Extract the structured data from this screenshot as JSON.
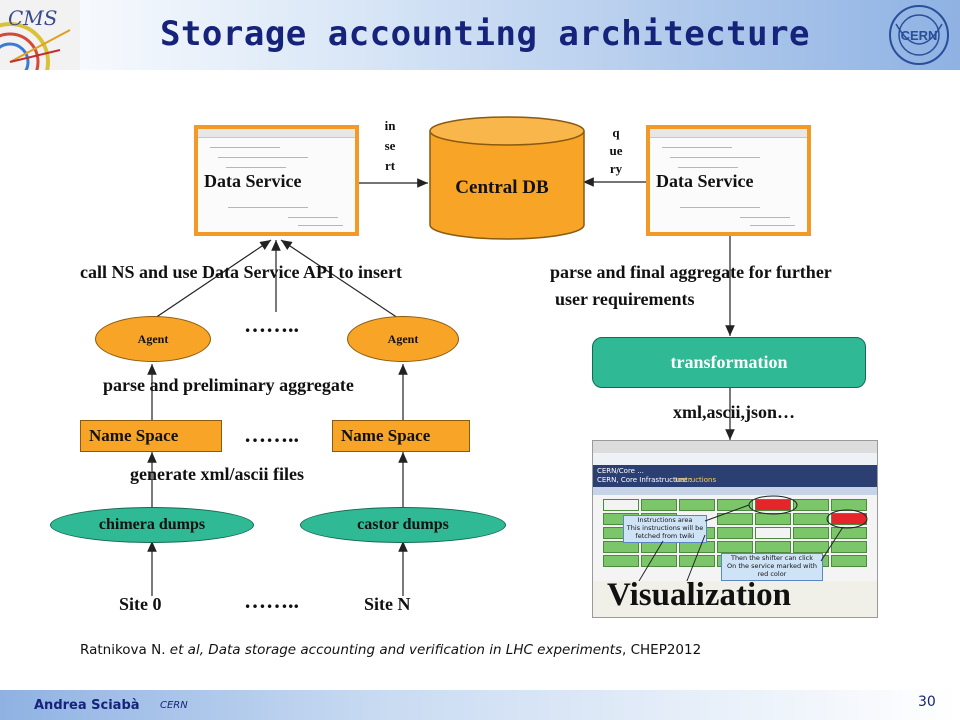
{
  "header": {
    "title": "Storage accounting architecture",
    "logo_left_text": "CMS",
    "logo_right_text": "CERN"
  },
  "diagram": {
    "central_db": "Central DB",
    "data_service_left": "Data Service",
    "data_service_right": "Data Service",
    "insert_label": [
      "in",
      "se",
      "rt"
    ],
    "query_label": [
      "q",
      "ue",
      "ry"
    ],
    "call_ns_label": "call NS and use Data Service API to insert",
    "parse_final_label_1": "parse and final aggregate for further",
    "parse_final_label_2": "user requirements",
    "agent_left": "Agent",
    "agent_right": "Agent",
    "dots": "……..",
    "parse_prelim_label": "parse and preliminary aggregate",
    "name_space_left": "Name Space",
    "name_space_right": "Name Space",
    "generate_label": "generate xml/ascii files",
    "chimera_dumps": "chimera  dumps",
    "castor_dumps": "castor  dumps",
    "site_0": "Site 0",
    "site_n": "Site N",
    "transformation": "transformation",
    "formats_label": "xml,ascii,json…",
    "visualization": "Visualization",
    "vis_callout_1": [
      "Instructions area",
      "This instructions will be",
      "fetched from twiki"
    ],
    "vis_callout_2": [
      "Then the shifter can click",
      "On the service marked with",
      "red color"
    ],
    "vis_banner": [
      "CERN/Core ...",
      "CERN, Core Infrastructure :",
      "Instructions"
    ]
  },
  "citation": {
    "authors": "Ratnikova N. ",
    "etal": "et al, Data storage accounting and verification in LHC experiments",
    "venue": ", CHEP2012"
  },
  "footer": {
    "author": "Andrea Sciabà",
    "affiliation": "CERN",
    "page_number": "30"
  },
  "colors": {
    "title": "#16237a",
    "orange": "#f7a427",
    "teal": "#2fb994",
    "frame_orange": "#f39a26"
  }
}
